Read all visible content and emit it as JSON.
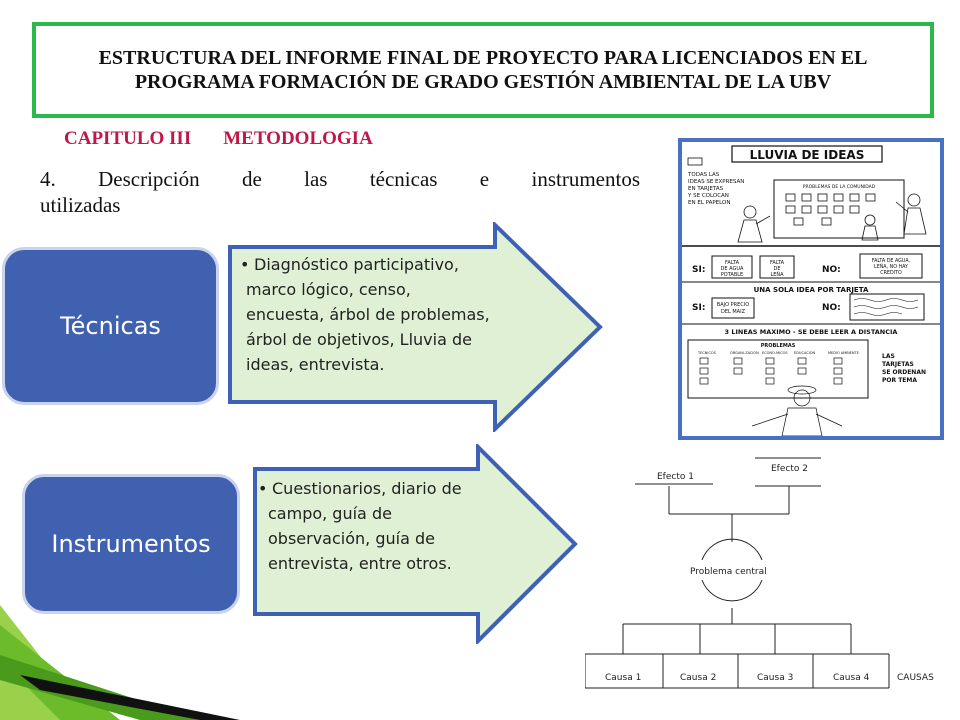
{
  "title": "ESTRUCTURA DEL INFORME FINAL DE PROYECTO PARA LICENCIADOS EN EL PROGRAMA FORMACIÓN DE GRADO GESTIÓN AMBIENTAL DE LA UBV",
  "chapter": {
    "number": "CAPITULO III",
    "name": "METODOLOGIA"
  },
  "heading": {
    "line1": "4. Descripción de las técnicas e instrumentos",
    "line2": "utilizadas"
  },
  "tecnicas": {
    "label": "Técnicas",
    "lines": [
      "Diagnóstico participativo,",
      "marco lógico, censo,",
      "encuesta, árbol de problemas,",
      "árbol de objetivos, Lluvia de",
      "ideas, entrevista."
    ]
  },
  "instrumentos": {
    "label": "Instrumentos",
    "lines": [
      "Cuestionarios, diario de",
      "campo, guía de",
      "observación, guía de",
      "entrevista, entre otros."
    ]
  },
  "illustration": {
    "title": "LLUVIA DE IDEAS",
    "note1": "TODAS LAS IDEAS SE EXPRESAN EN TARJETAS Y SE COLOCAN EN EL PAPELON",
    "board": "PROBLEMAS DE LA COMUNIDAD",
    "si": "SI:",
    "no": "NO:",
    "card1": "FALTA DE AGUA POTABLE",
    "card2": "FALTA DE LEÑA",
    "card3": "FALTA DE AGUA, LEÑA, NO HAY CREDITO",
    "rule1": "UNA SOLA IDEA POR TARJETA",
    "card4": "BAJO PRECIO DEL MAIZ",
    "rule2": "3 LINEAS MAXIMO - SE DEBE LEER A DISTANCIA",
    "board2": "PROBLEMAS",
    "cols": [
      "TECNICOS",
      "ORGANI-ZACION",
      "ECONO-MICOS",
      "EDUCACION",
      "MEDIO AMBIENTE"
    ],
    "note2": "LAS TARJETAS SE ORDENAN POR TEMA"
  },
  "tree": {
    "efecto1": "Efecto 1",
    "efecto2": "Efecto 2",
    "central": "Problema central",
    "causas": [
      "Causa 1",
      "Causa 2",
      "Causa 3",
      "Causa 4"
    ],
    "causas_label": "CAUSAS"
  },
  "colors": {
    "title_border": "#2db84a",
    "chapter": "#c0174a",
    "pill": "#4060b0",
    "arrow_fill": "#dff0d5",
    "arrow_border": "#3f61b5",
    "illus_border": "#4a70c4"
  }
}
